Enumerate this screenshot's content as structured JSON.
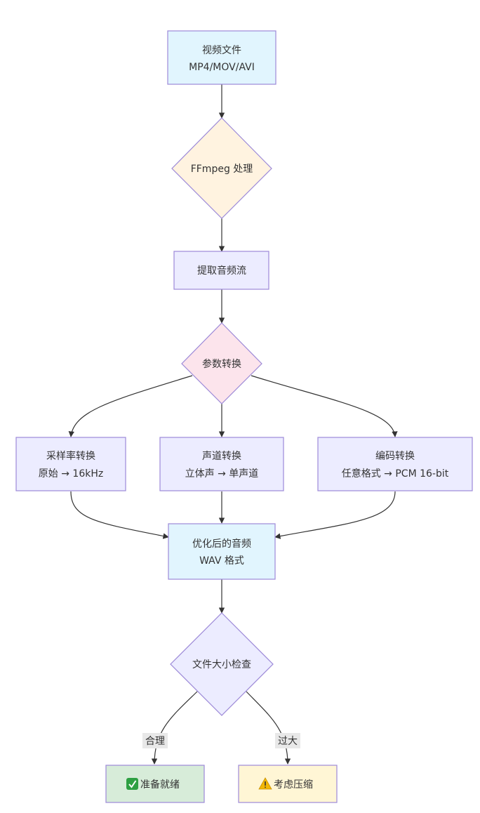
{
  "nodes": {
    "video_file": {
      "lines": [
        "视频文件",
        "MP4/MOV/AVI"
      ],
      "fill": "#e1f5fe",
      "stroke": "#9c89d8"
    },
    "ffmpeg": {
      "lines": [
        "FFmpeg 处理"
      ],
      "fill": "#fff3e0",
      "stroke": "#9c89d8"
    },
    "extract_audio": {
      "lines": [
        "提取音频流"
      ],
      "fill": "#ececff",
      "stroke": "#9c89d8"
    },
    "param_convert": {
      "lines": [
        "参数转换"
      ],
      "fill": "#fce4ec",
      "stroke": "#9c89d8"
    },
    "sample_rate": {
      "lines": [
        "采样率转换",
        "原始 → 16kHz"
      ],
      "fill": "#ececff",
      "stroke": "#9c89d8"
    },
    "channel": {
      "lines": [
        "声道转换",
        "立体声 → 单声道"
      ],
      "fill": "#ececff",
      "stroke": "#9c89d8"
    },
    "encoding": {
      "lines": [
        "编码转换",
        "任意格式 → PCM 16-bit"
      ],
      "fill": "#ececff",
      "stroke": "#9c89d8"
    },
    "optimized": {
      "lines": [
        "优化后的音频",
        "WAV 格式"
      ],
      "fill": "#e1f5fe",
      "stroke": "#9c89d8"
    },
    "size_check": {
      "lines": [
        "文件大小检查"
      ],
      "fill": "#ececff",
      "stroke": "#9c89d8"
    },
    "ready": {
      "lines": [
        "准备就绪"
      ],
      "icon": "check-mark-icon",
      "fill": "#d7ecd9",
      "stroke": "#9c89d8"
    },
    "compress": {
      "lines": [
        "考虑压缩"
      ],
      "icon": "warning-icon",
      "fill": "#fff6d5",
      "stroke": "#9c89d8"
    }
  },
  "edge_labels": {
    "reasonable": "合理",
    "too_large": "过大"
  },
  "colors": {
    "edge": "#333333",
    "label_bg": "#e8e8e8",
    "check_icon": "#2ea043",
    "warning_icon": "#f2b705"
  }
}
